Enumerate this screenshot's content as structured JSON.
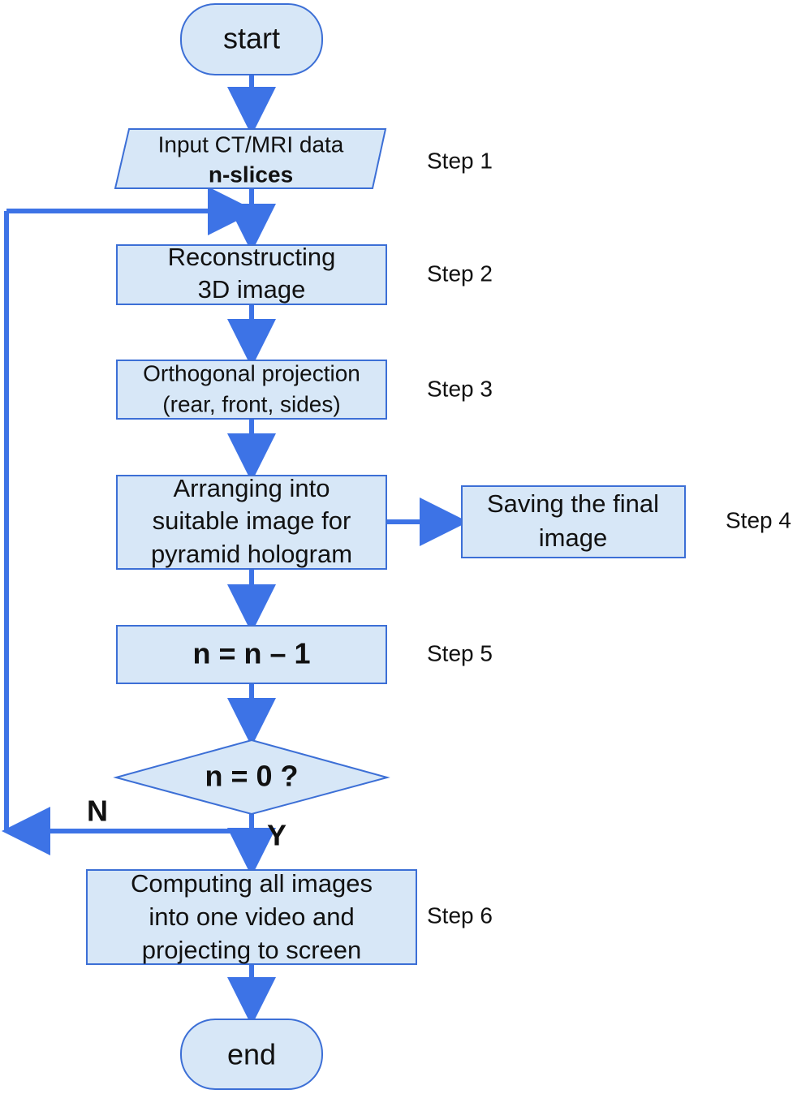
{
  "flowchart": {
    "start": "start",
    "input": {
      "line1": "Input CT/MRI data",
      "line2": "n-slices"
    },
    "reconstruct": {
      "line1": "Reconstructing",
      "line2": "3D image"
    },
    "projection": {
      "line1": "Orthogonal projection",
      "line2": "(rear, front, sides)"
    },
    "arrange": {
      "line1": "Arranging into",
      "line2": "suitable image for",
      "line3": "pyramid hologram"
    },
    "saving": {
      "line1": "Saving the final",
      "line2": "image"
    },
    "decrement": "n = n – 1",
    "decision": "n = 0 ?",
    "branch_no": "N",
    "branch_yes": "Y",
    "compute": {
      "line1": "Computing all images",
      "line2": "into one video and",
      "line3": "projecting to screen"
    },
    "end": "end"
  },
  "steps": {
    "step1": "Step 1",
    "step2": "Step 2",
    "step3": "Step 3",
    "step4": "Step 4",
    "step5": "Step 5",
    "step6": "Step 6"
  },
  "colors": {
    "fill": "#d7e7f7",
    "border": "#3c6fd6",
    "connector": "#3d73e6",
    "text": "#111111"
  }
}
